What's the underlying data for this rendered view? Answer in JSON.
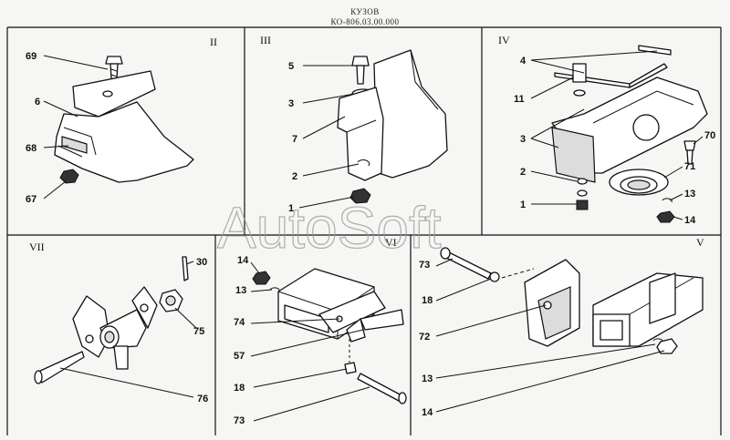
{
  "header": {
    "title": "КУЗОВ",
    "code": "КО-806.03.00.000"
  },
  "watermark": "AutoSoft",
  "panels": {
    "II": {
      "roman": "II",
      "labels": [
        "69",
        "6",
        "68",
        "67"
      ]
    },
    "III": {
      "roman": "III",
      "labels": [
        "5",
        "3",
        "7",
        "2",
        "1"
      ]
    },
    "IV": {
      "roman": "IV",
      "labels": [
        "4",
        "11",
        "3",
        "2",
        "1",
        "70",
        "71",
        "13",
        "14"
      ]
    },
    "VII": {
      "roman": "VII",
      "labels": [
        "30",
        "75",
        "76"
      ]
    },
    "VI": {
      "roman": "VI",
      "labels": [
        "14",
        "13",
        "74",
        "57",
        "18",
        "73"
      ]
    },
    "V": {
      "roman": "V",
      "labels": [
        "73",
        "18",
        "72",
        "13",
        "14"
      ]
    }
  }
}
